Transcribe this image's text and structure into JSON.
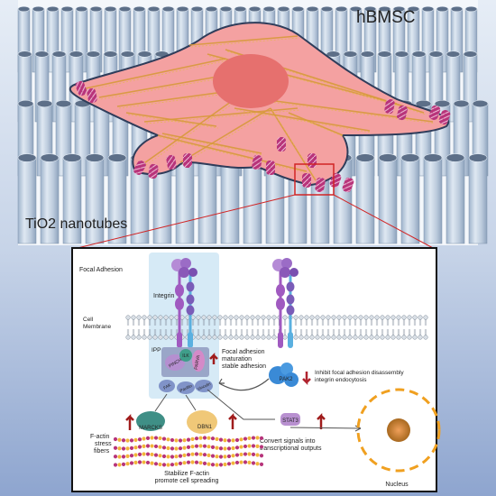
{
  "cell_label": "hBMSC",
  "substrate_label": "TiO2 nanotubes",
  "inset": {
    "focal_adhesion": "Focal Adhesion",
    "integrin": "Integrin",
    "cell_membrane_line1": "Cell",
    "cell_membrane_line2": "Membrane",
    "ipp": "IPP",
    "pinch": "PINCH",
    "ilk": "ILK",
    "parva": "PARVA",
    "fak": "FAK",
    "paxillin": "Paxillin",
    "vinculin": "Vinculin",
    "fa_text_line1": "Focal adhesion",
    "fa_text_line2": "maturation",
    "fa_text_line3": "stable adhesion",
    "pak2": "PAK2",
    "inhibit_line1": "Inhibit focal adhesion disassembly",
    "inhibit_line2": "integrin endocytosis",
    "marcks": "MARCKS",
    "dbn1": "DBN1",
    "stat3": "STAT3",
    "factin_line1": "F-actin",
    "factin_line2": "stress",
    "factin_line3": "fibers",
    "stabilize_line1": "Stabilize F-actin",
    "stabilize_line2": "promote cell spreading",
    "convert_line1": "Convert signals into",
    "convert_line2": "transcriptional outputs",
    "nucleus": "Nucleus"
  },
  "colors": {
    "background_top": "#cfdcec",
    "background_bottom": "#8fa6cf",
    "cell_body": "#f29a9a",
    "nucleus_inner": "#e8706e",
    "stress_fibers": "#e0a64a",
    "adhesion_magenta": "#b8347a",
    "highlight_box": "#d12424",
    "integrin_purple": "#a05ac0",
    "pak2_blue": "#3a8ad6",
    "marcks_teal": "#3f8f86",
    "dbn1_tan": "#f0c878",
    "nucleus_brown": "#b7772a",
    "up_arrow": "#a01c1c",
    "down_arrow": "#b0242f"
  }
}
